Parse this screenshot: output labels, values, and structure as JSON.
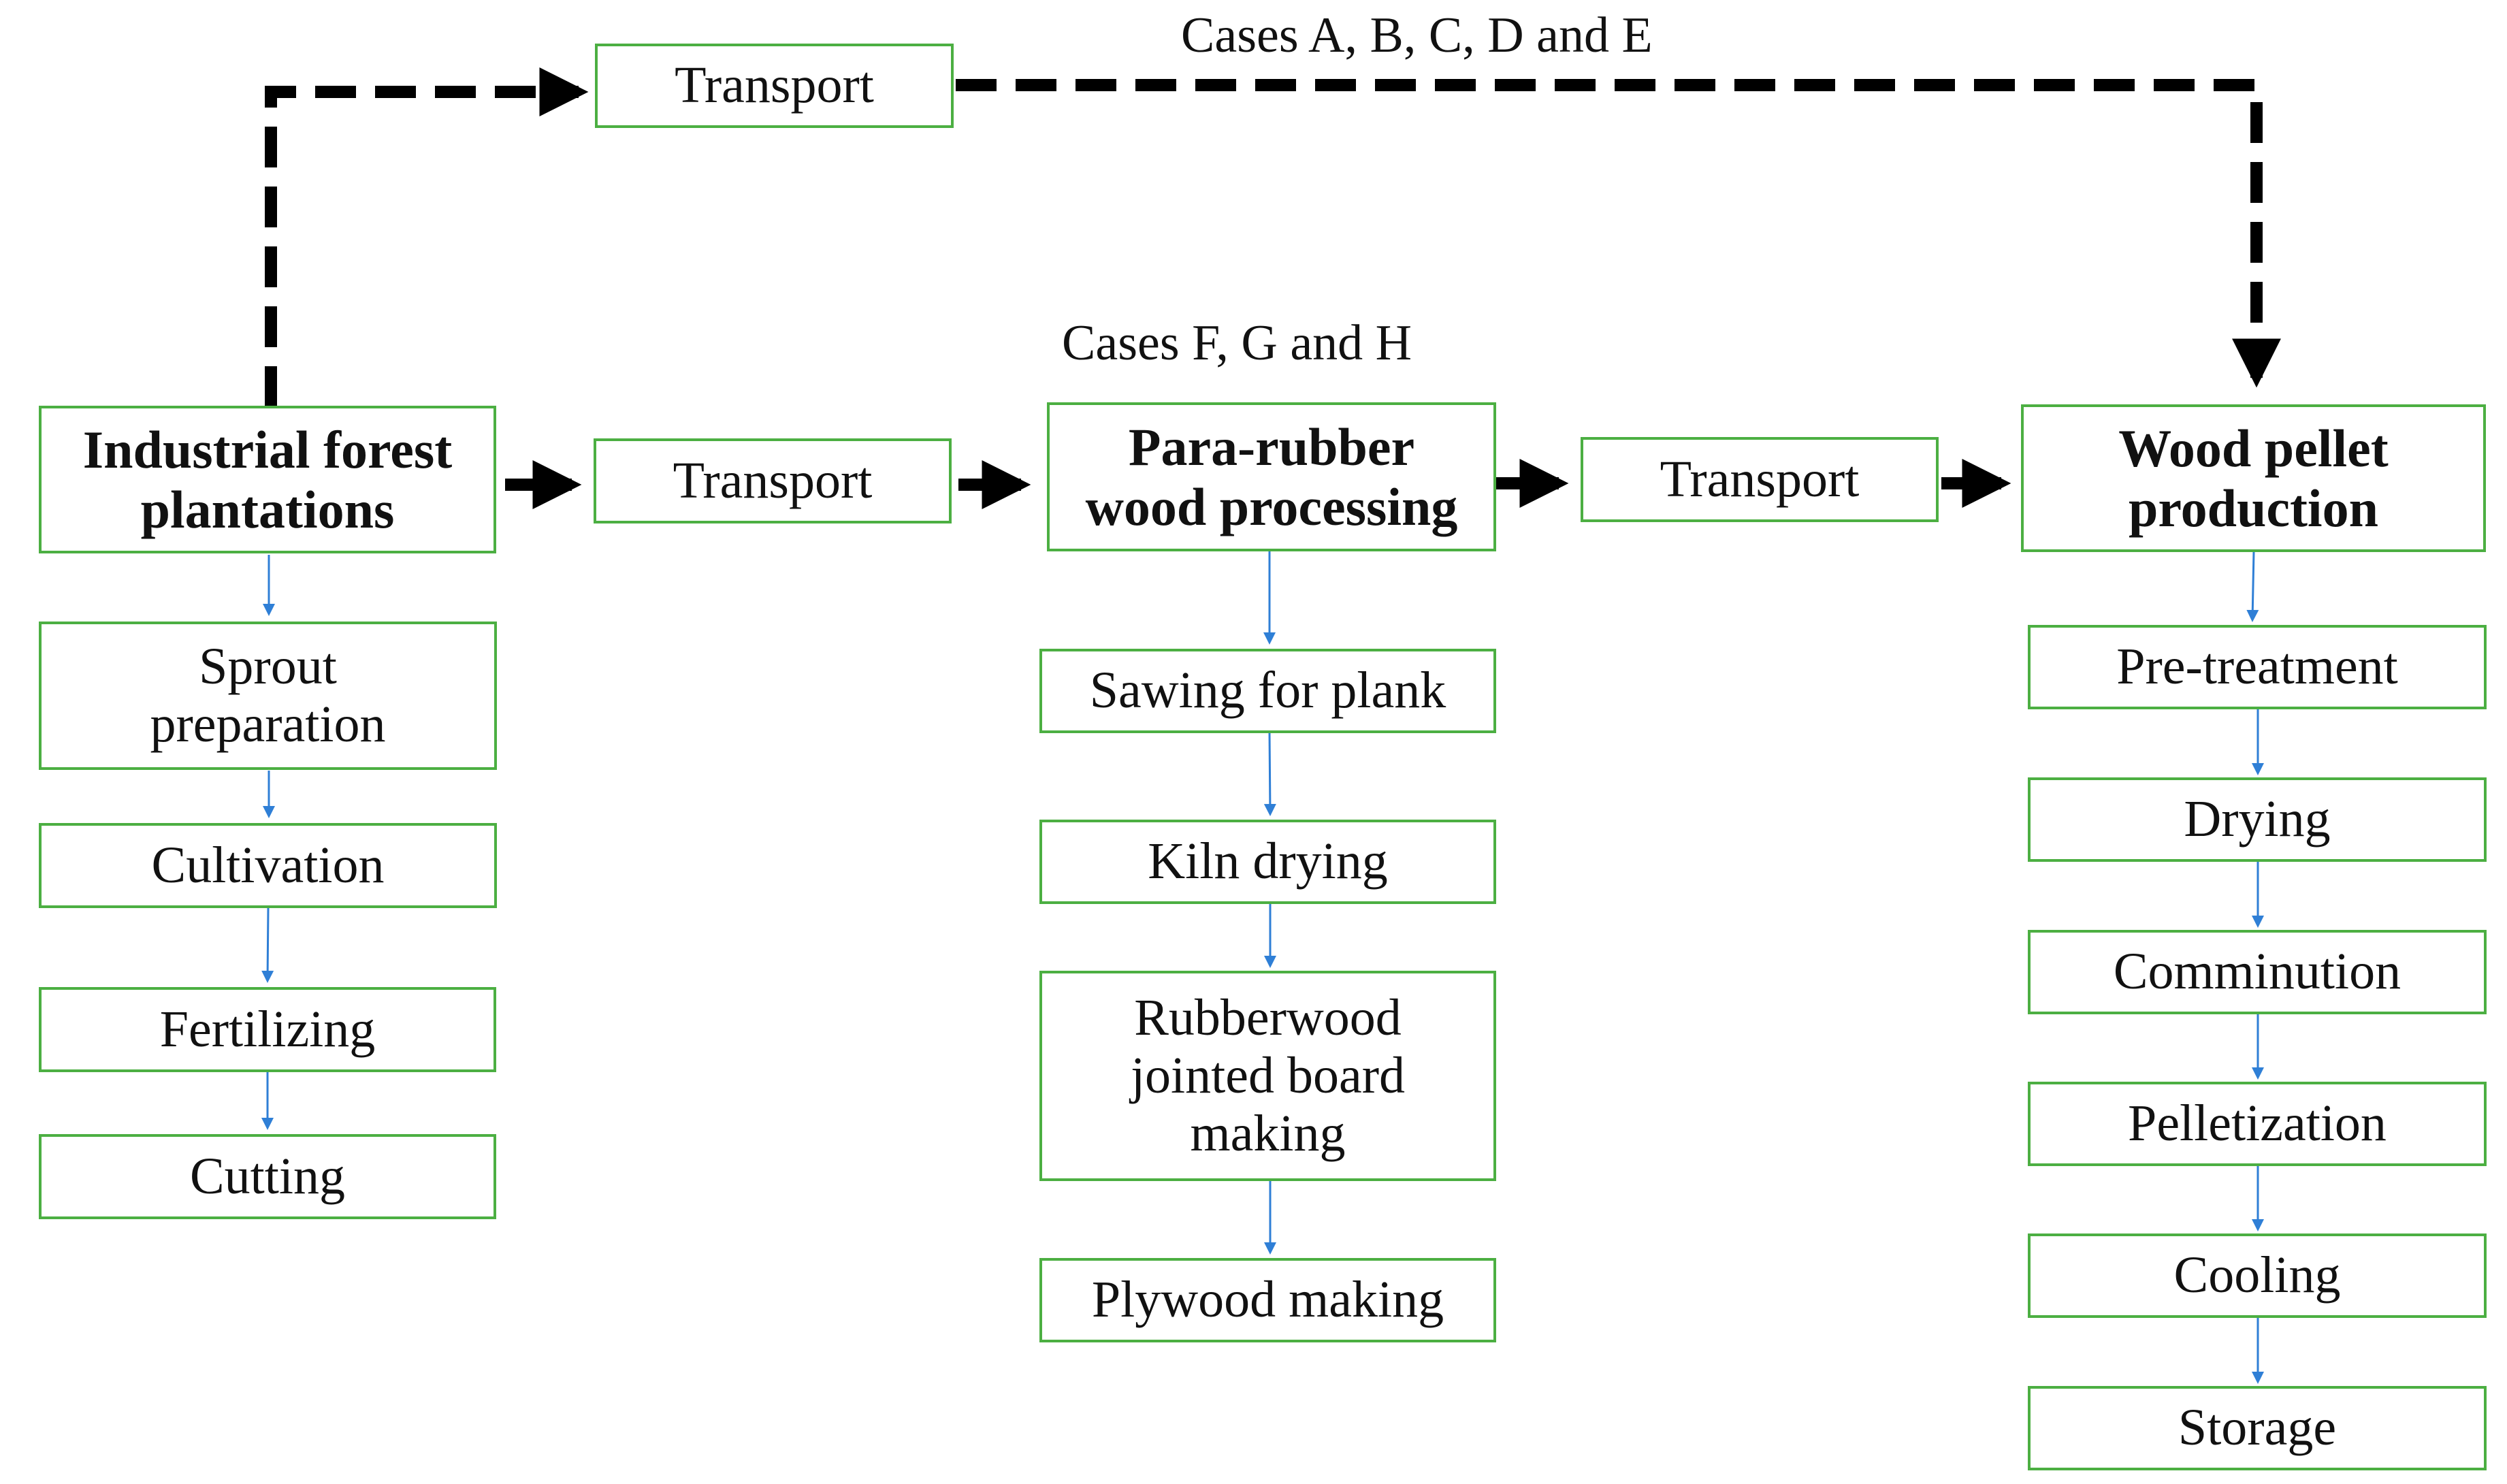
{
  "captions": {
    "top_route": "Cases A, B, C, D and E",
    "middle_route": "Cases F, G and H"
  },
  "main_flow": {
    "plantations": "Industrial forest\nplantations",
    "transport_direct": "Transport",
    "transport_to_processing": "Transport",
    "processing": "Para-rubber\nwood processing",
    "transport_to_pellet": "Transport",
    "pellet_production": "Wood pellet\nproduction"
  },
  "plantation_steps": [
    "Sprout\npreparation",
    "Cultivation",
    "Fertilizing",
    "Cutting"
  ],
  "processing_steps": [
    "Sawing for plank",
    "Kiln drying",
    "Rubberwood\njointed board\nmaking",
    "Plywood making"
  ],
  "pellet_steps": [
    "Pre-treatment",
    "Drying",
    "Comminution",
    "Pelletization",
    "Cooling",
    "Storage"
  ],
  "colors": {
    "box_border": "#4caf42",
    "main_arrow": "#000000",
    "sub_arrow": "#2f7fd6",
    "text": "#111111"
  }
}
